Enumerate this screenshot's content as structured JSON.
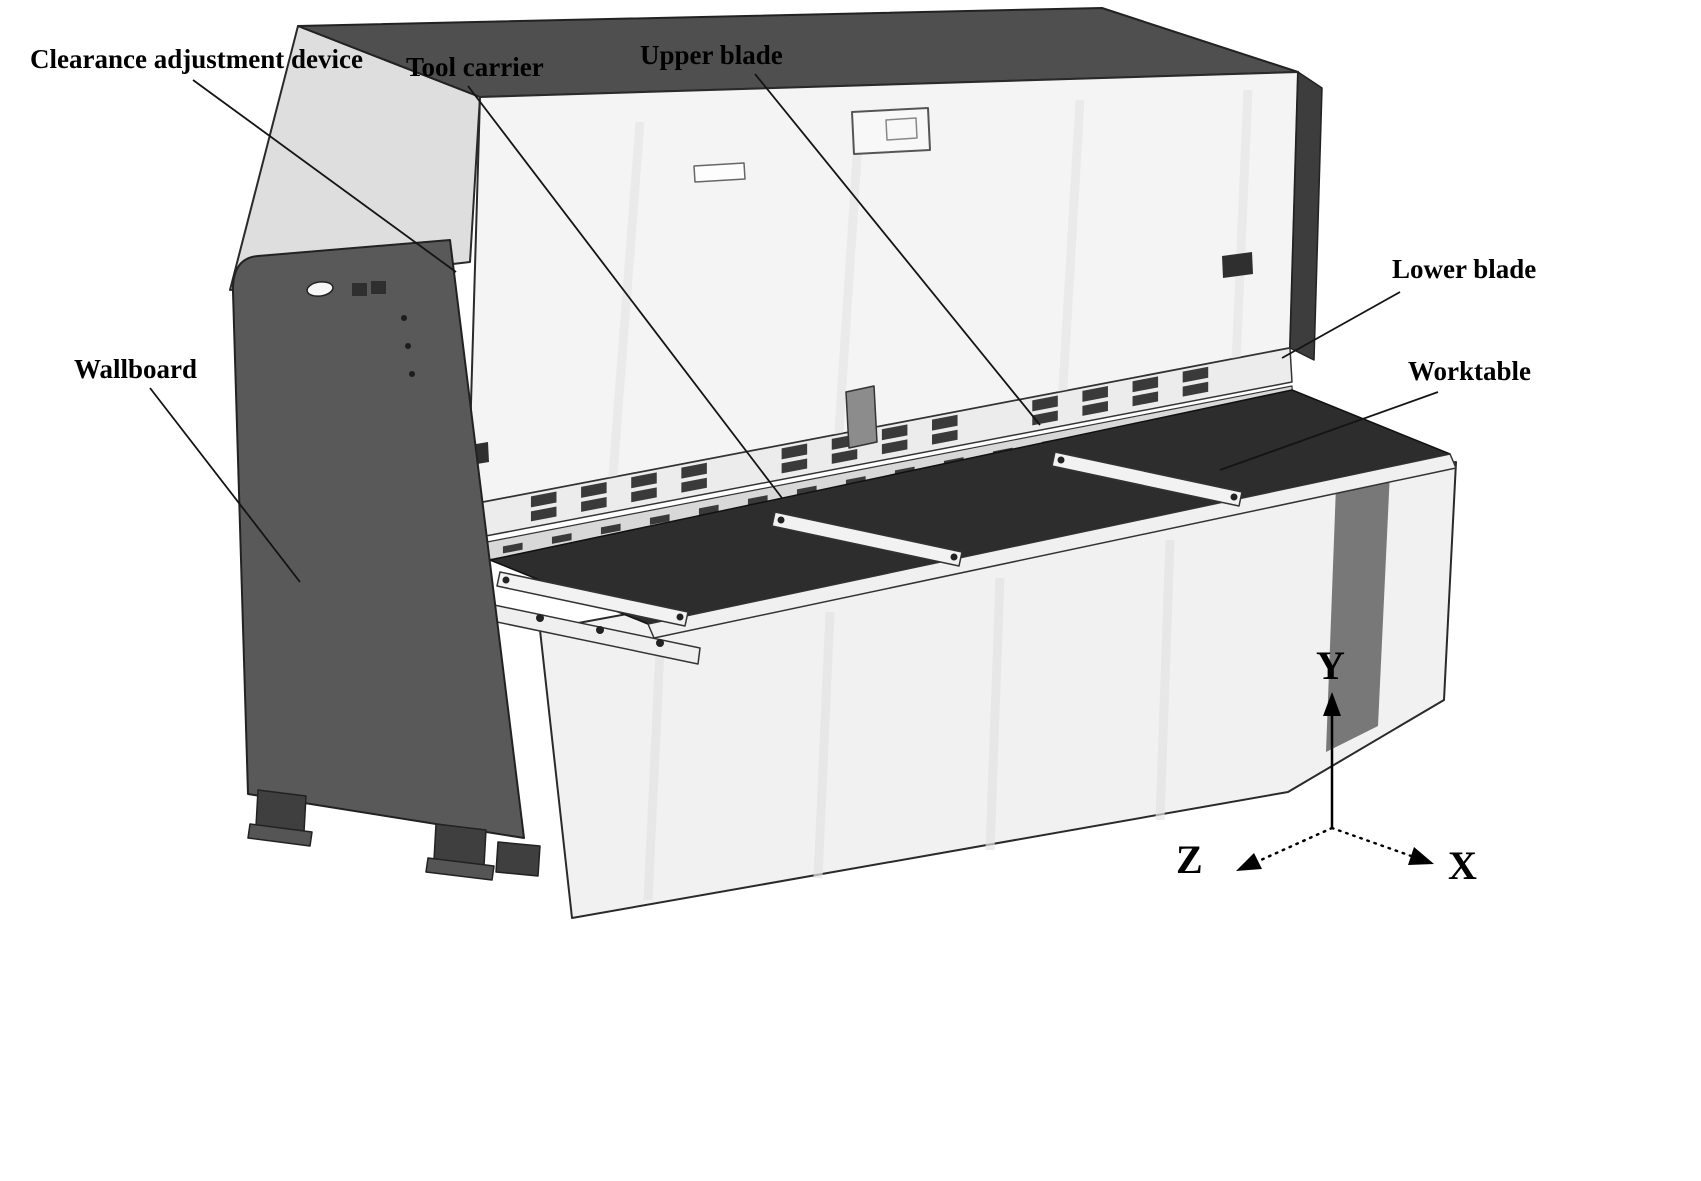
{
  "labels": {
    "clearance_adjustment_device": "Clearance adjustment device",
    "tool_carrier": "Tool carrier",
    "upper_blade": "Upper blade",
    "lower_blade": "Lower blade",
    "wallboard": "Wallboard",
    "worktable": "Worktable"
  },
  "axes": {
    "x": "X",
    "y": "Y",
    "z": "Z"
  },
  "colors": {
    "panel_dark": "#4f4f4f",
    "panel_light": "#f4f4f4",
    "worktable_dark": "#2d2d2d",
    "line": "#1a1a1a"
  }
}
